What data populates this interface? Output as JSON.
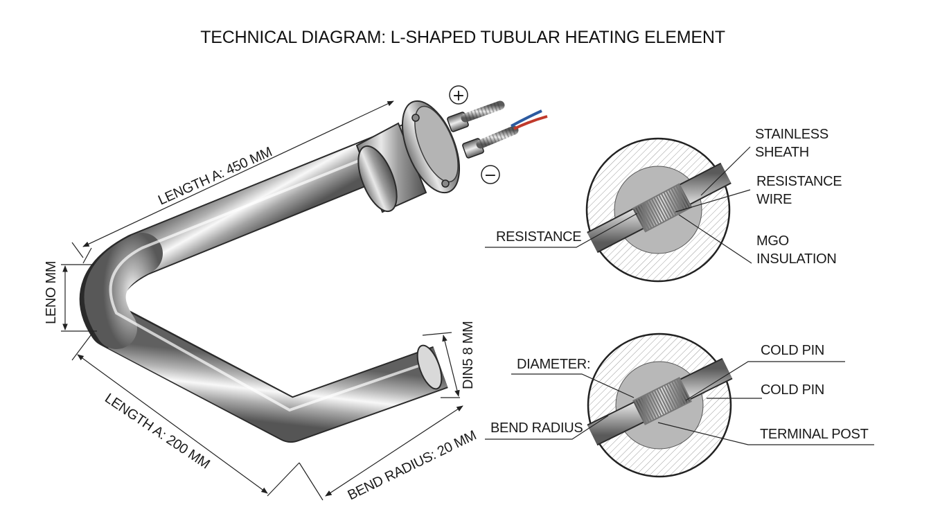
{
  "title": "TECHNICAL DIAGRAM: L-SHAPED TUBULAR HEATING ELEMENT",
  "terminals": {
    "positive": "+",
    "negative": "−"
  },
  "dimensions": {
    "length_top": "LENGTH A: 450 MM",
    "length_left": "LENO MM",
    "length_bottom": "LENGTH A: 200 MM",
    "bend_radius": "BEND RADIUS: 20 MM",
    "diameter": "DIN5 8 MM"
  },
  "cross_section_top": {
    "label_sheath_line1": "STAINLESS",
    "label_sheath_line2": "SHEATH",
    "label_wire_line1": "RESISTANCE",
    "label_wire_line2": "WIRE",
    "label_mgo_line1": "MGO",
    "label_mgo_line2": "INSULATION",
    "label_left": "RESISTANCE"
  },
  "cross_section_bottom": {
    "label_diameter": "DIAMETER:",
    "label_bend_radius": "BEND RADIUS",
    "label_cold_pin_1": "COLD PIN",
    "label_cold_pin_2": "COLD PIN",
    "label_terminal_post": "TERMINAL POST"
  },
  "colors": {
    "metal_dark": "#6f6f6f",
    "metal_light": "#f4f4f4",
    "mgo_fill": "#b9b9b9",
    "wire_red": "#c0392b",
    "wire_blue": "#2c5aa0"
  }
}
